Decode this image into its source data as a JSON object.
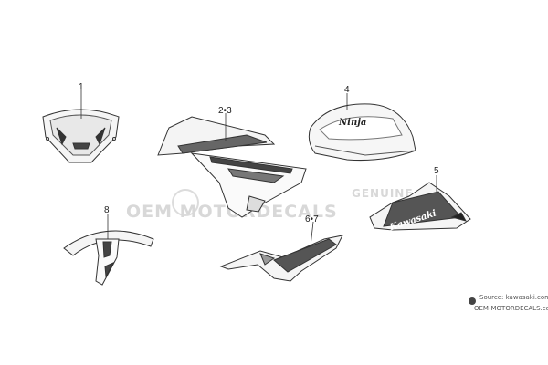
{
  "callouts": {
    "c1": "1",
    "c23": "2•3",
    "c4": "4",
    "c5": "5",
    "c67": "6•7",
    "c8": "8"
  },
  "decals": {
    "tank": "Ninja",
    "belly": "Kawasaki"
  },
  "watermark": {
    "main": "OEM MOTORDECALS",
    "right": "GENUINE",
    "source": "Source: kawasaki.com",
    "brand": "OEM-MOTORDECALS.com"
  }
}
